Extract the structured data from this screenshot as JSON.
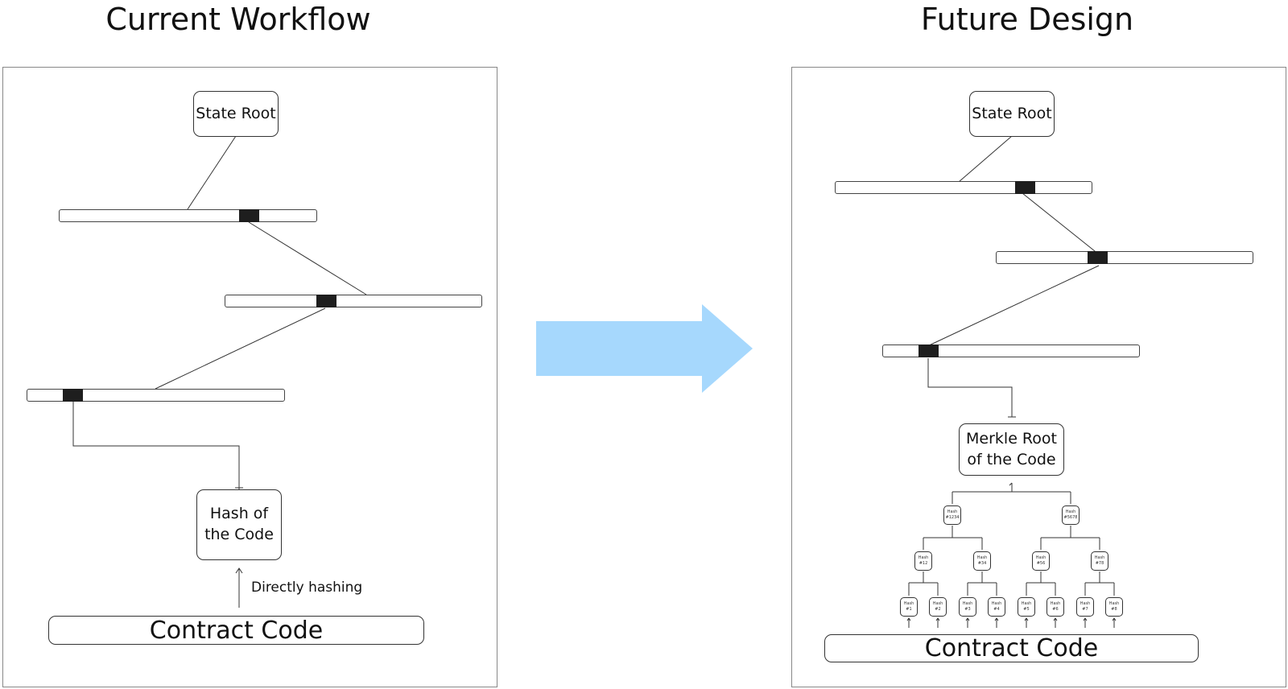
{
  "titles": {
    "left": "Current Workflow",
    "right": "Future Design"
  },
  "left": {
    "state_root": "State Root",
    "hash_of_code": "Hash of\nthe Code",
    "annotation": "Directly hashing",
    "contract_code": "Contract Code"
  },
  "right": {
    "state_root": "State Root",
    "merkle_root": "Merkle Root\nof the Code",
    "level1": [
      {
        "label": "Hash\n#1234"
      },
      {
        "label": "Hash\n#5678"
      }
    ],
    "level2": [
      {
        "label": "Hash\n#12"
      },
      {
        "label": "Hash\n#34"
      },
      {
        "label": "Hash\n#56"
      },
      {
        "label": "Hash\n#78"
      }
    ],
    "level3": [
      {
        "label": "Hash\n#1"
      },
      {
        "label": "Hash\n#2"
      },
      {
        "label": "Hash\n#3"
      },
      {
        "label": "Hash\n#4"
      },
      {
        "label": "Hash\n#5"
      },
      {
        "label": "Hash\n#6"
      },
      {
        "label": "Hash\n#7"
      },
      {
        "label": "Hash\n#8"
      }
    ],
    "contract_code": "Contract Code"
  },
  "colors": {
    "arrow": "#a6d8fd",
    "slot": "#1e1e1e",
    "line": "#333333"
  },
  "icons": {
    "transition": "right-arrow-icon"
  }
}
